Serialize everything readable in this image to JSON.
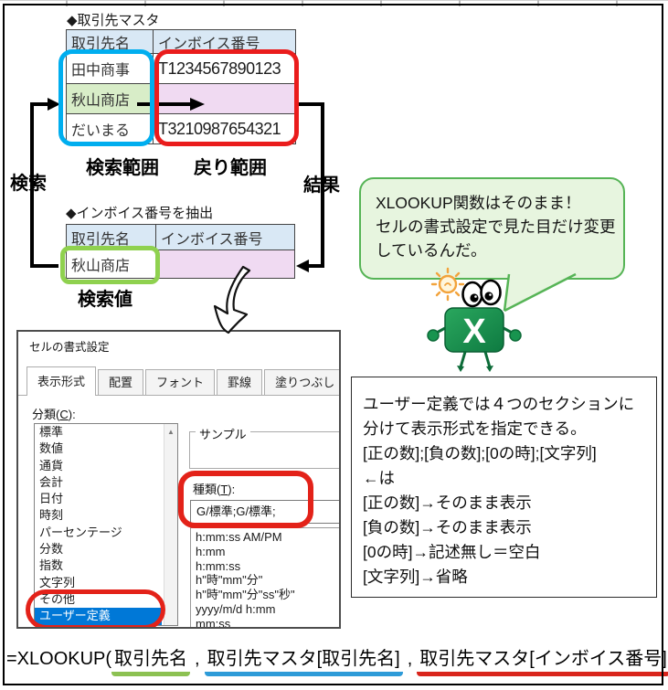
{
  "top": {
    "title": "◆取引先マスタ",
    "headers": [
      "取引先名",
      "インボイス番号"
    ],
    "rows": [
      {
        "name": "田中商事",
        "inv": "T1234567890123"
      },
      {
        "name": "秋山商店",
        "inv": ""
      },
      {
        "name": "だいまる",
        "inv": "T3210987654321"
      }
    ],
    "label_search_range": "検索範囲",
    "label_return_range": "戻り範囲",
    "label_search": "検索",
    "label_result": "結果"
  },
  "extract": {
    "title": "◆インボイス番号を抽出",
    "headers": [
      "取引先名",
      "インボイス番号"
    ],
    "row": {
      "name": "秋山商店",
      "inv": ""
    },
    "label_search_value": "検索値"
  },
  "bubble": {
    "line1": "XLOOKUP関数はそのまま！",
    "line2": "セルの書式設定で見た目だけ変更",
    "line3": "しているんだ。"
  },
  "mascot": {
    "letter": "X"
  },
  "dialog": {
    "title": "セルの書式設定",
    "tabs": [
      "表示形式",
      "配置",
      "フォント",
      "罫線",
      "塗りつぶし"
    ],
    "active_tab": "表示形式",
    "category_label_pre": "分類(",
    "category_key": "C",
    "category_label_post": "):",
    "categories": [
      "標準",
      "数値",
      "通貨",
      "会計",
      "日付",
      "時刻",
      "パーセンテージ",
      "分数",
      "指数",
      "文字列",
      "その他",
      "ユーザー定義"
    ],
    "selected_category": "ユーザー定義",
    "sample_label": "サンプル",
    "type_label_pre": "種類(",
    "type_key": "T",
    "type_label_post": "):",
    "type_value": "G/標準;G/標準;",
    "formats": [
      "h:mm:ss AM/PM",
      "h:mm",
      "h:mm:ss",
      "h\"時\"mm\"分\"",
      "h\"時\"mm\"分\"ss\"秒\"",
      "yyyy/m/d h:mm",
      "mm:ss"
    ],
    "scroll_up_icon": "▲"
  },
  "note": {
    "lines": [
      "ユーザー定義では４つのセクションに",
      "分けて表示形式を指定できる。",
      "[正の数];[負の数];[0の時];[文字列]",
      "←は",
      "[正の数]→そのまま表示",
      "[負の数]→そのまま表示",
      "[0の時]→記述無し＝空白",
      "[文字列]→省略"
    ]
  },
  "formula": {
    "prefix": "=XLOOKUP(",
    "arg1": "取引先名",
    "comma": ",",
    "arg2": "取引先マスタ[取引先名]",
    "arg3": "取引先マスタ[インボイス番号]",
    "suffix": ")"
  },
  "colors": {
    "highlight_blue": "#00aeef",
    "highlight_red": "#ea1c1c",
    "highlight_green": "#8fd14f",
    "header_blue": "#d9e8f5",
    "cell_green": "#d8edc8",
    "cell_pink": "#f0daf2",
    "bubble_fill": "#e7f5df",
    "bubble_border": "#56b456",
    "selection_blue": "#0078d7",
    "underline_green": "#8cc152",
    "underline_blue": "#2e9bd8",
    "underline_red": "#d9251c",
    "excel_green": "#107c41"
  }
}
